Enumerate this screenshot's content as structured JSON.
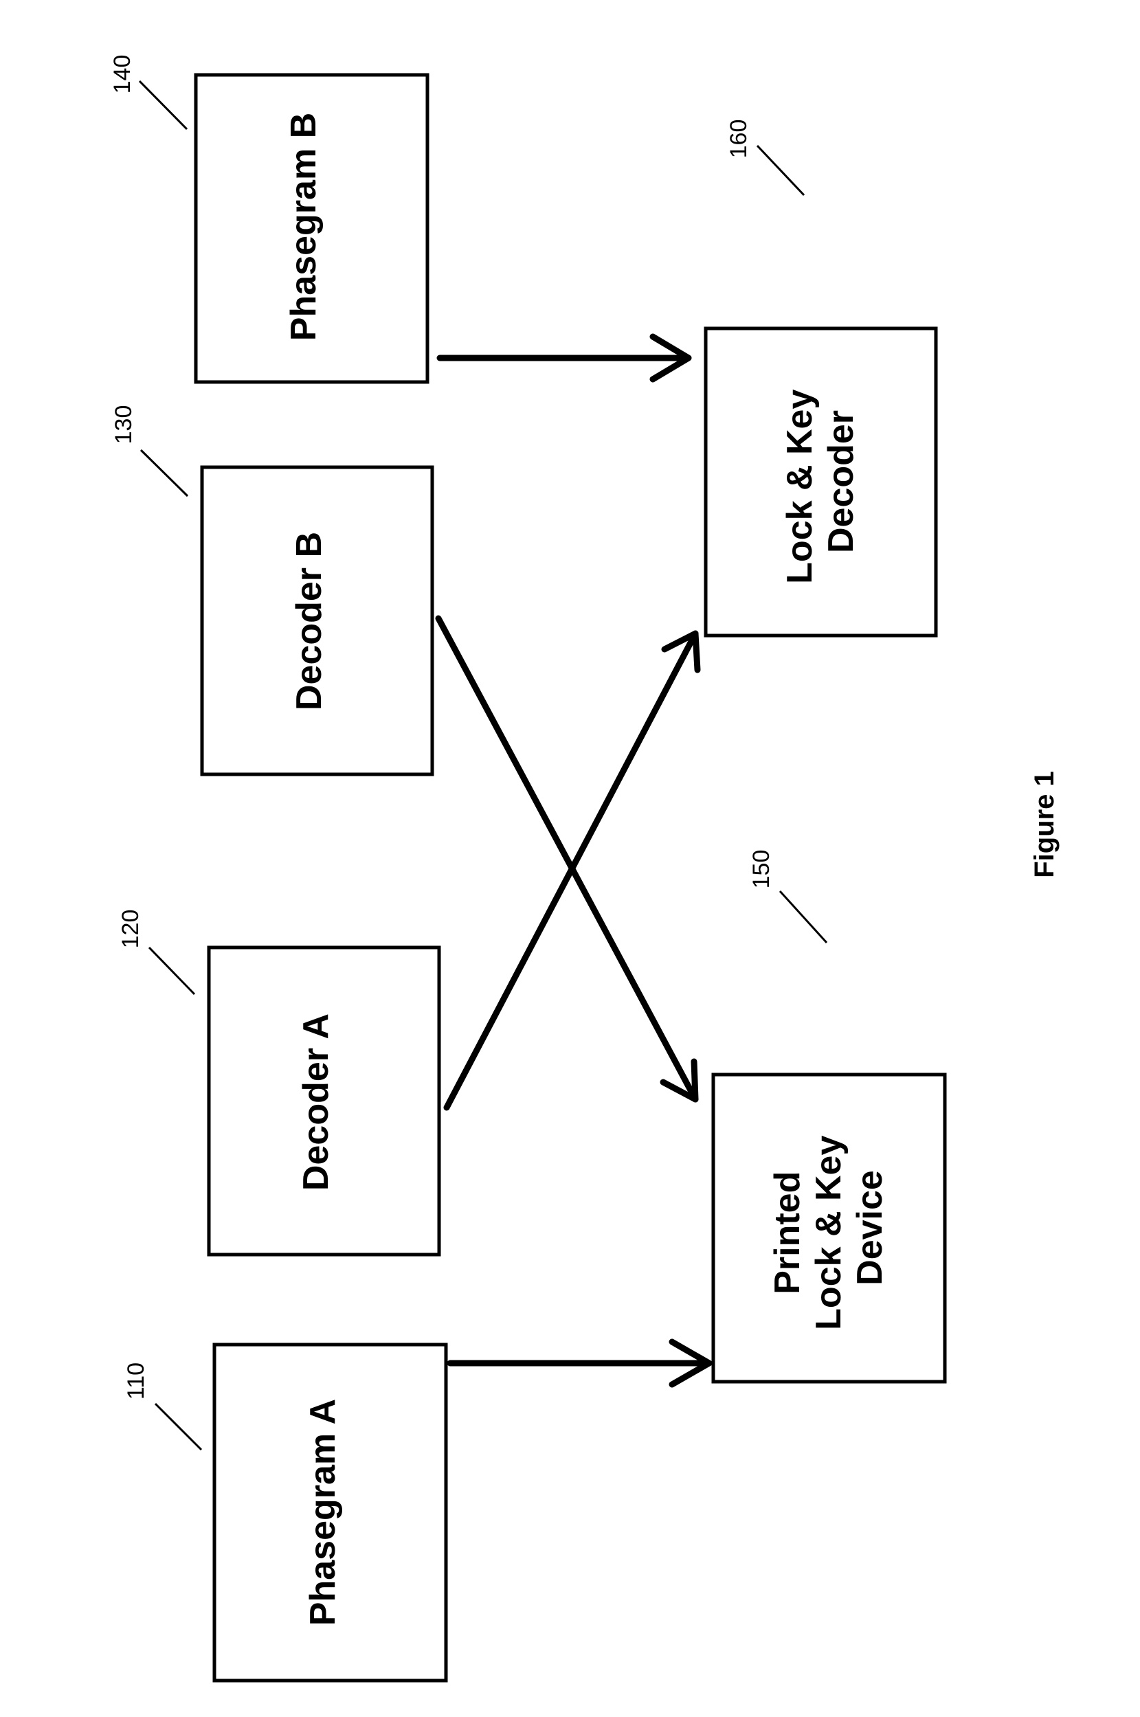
{
  "figure": {
    "caption": "Figure 1",
    "boxes": {
      "phasegram_a": {
        "label": "Phasegram A",
        "ref": "110"
      },
      "decoder_a": {
        "label": "Decoder A",
        "ref": "120"
      },
      "decoder_b": {
        "label": "Decoder B",
        "ref": "130"
      },
      "phasegram_b": {
        "label": "Phasegram B",
        "ref": "140"
      },
      "printed_device": {
        "lines": [
          "Printed",
          "Lock & Key",
          "Device"
        ],
        "ref": "150"
      },
      "lock_key_decoder": {
        "lines": [
          "Lock & Key",
          "Decoder"
        ],
        "ref": "160"
      }
    }
  }
}
